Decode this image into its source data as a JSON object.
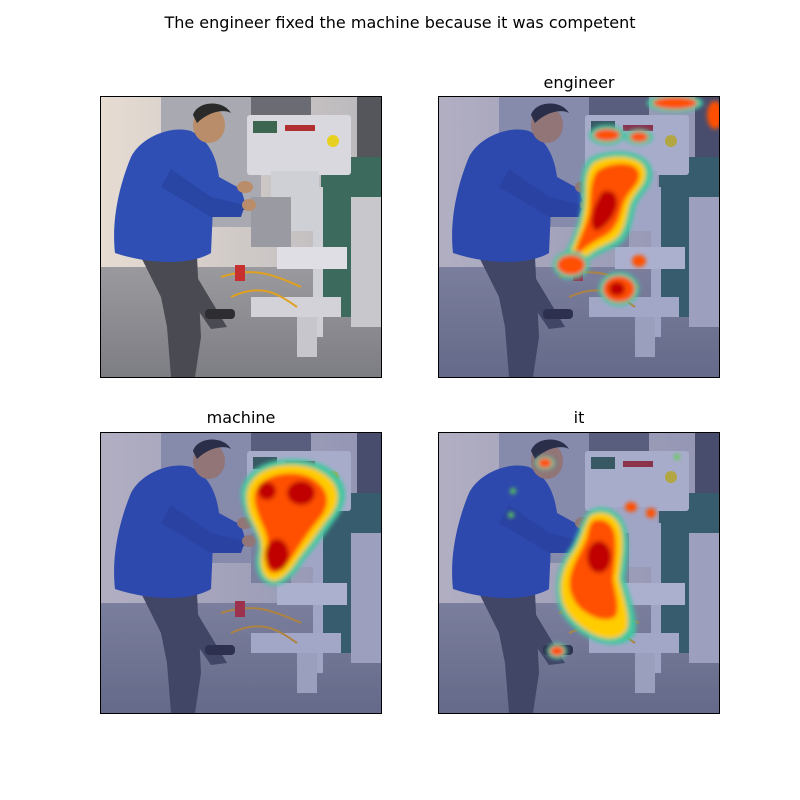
{
  "figure": {
    "suptitle": "The engineer fixed the machine because it was competent",
    "panels": [
      {
        "title": "",
        "variant": "original image"
      },
      {
        "title": "engineer",
        "variant": "attention heatmap overlay"
      },
      {
        "title": "machine",
        "variant": "attention heatmap overlay"
      },
      {
        "title": "it",
        "variant": "attention heatmap overlay"
      }
    ]
  },
  "colors": {
    "shirt": "#2f4fb5",
    "pants": "#4a4a52",
    "machine_body": "#d8d8de",
    "cabinet": "#3c6a5c",
    "floor": "#8a8a90",
    "heat_hot": "#c00000",
    "heat_mid": "#ff5000",
    "heat_warm": "#ffcc00",
    "heat_edge": "#40c8a0",
    "tint": "#2a3a9a"
  }
}
